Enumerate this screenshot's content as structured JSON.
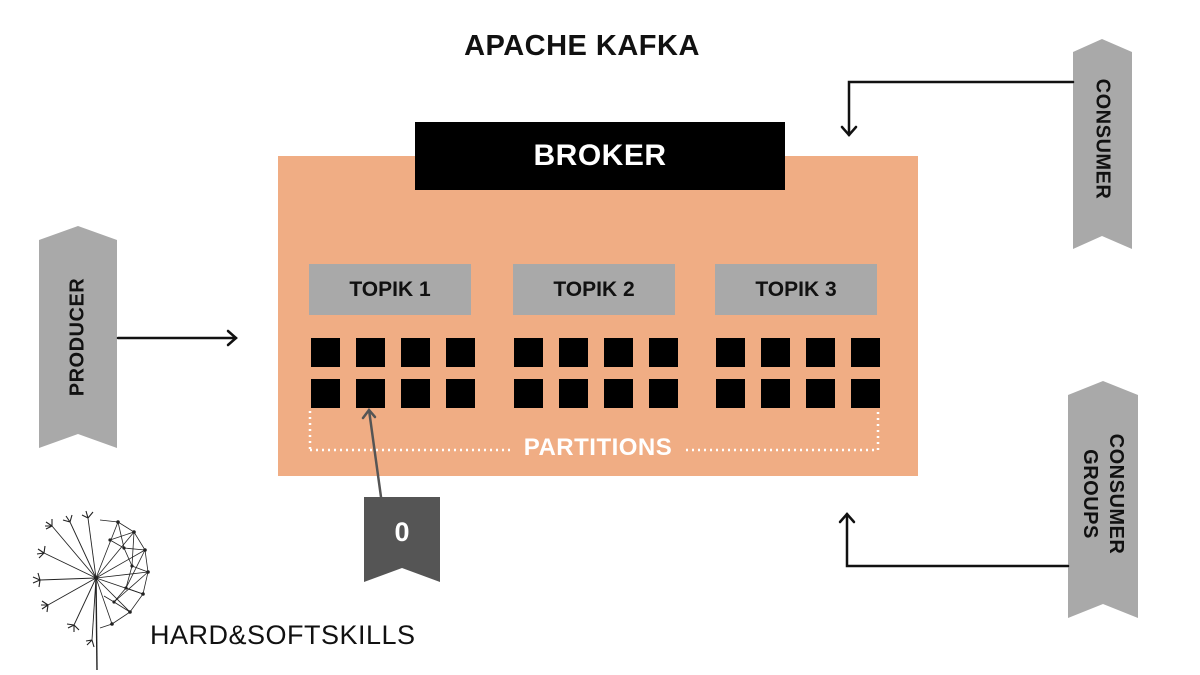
{
  "title": "APACHE KAFKA",
  "broker": {
    "label": "BROKER"
  },
  "topics": [
    {
      "label": "TOPIK 1"
    },
    {
      "label": "TOPIK 2"
    },
    {
      "label": "TOPIK 3"
    }
  ],
  "partitions": {
    "label": "PARTITIONS",
    "grid_per_topic": {
      "rows": 2,
      "cols": 4
    }
  },
  "pointer": {
    "label": "0"
  },
  "producer": {
    "label": "PRODUCER"
  },
  "consumer": {
    "label": "CONSUMER"
  },
  "consumer_groups": {
    "line1": "CONSUMER",
    "line2": "GROUPS"
  },
  "brand": {
    "name": "HARD&SOFTSKILLS"
  },
  "colors": {
    "broker_bg": "#f0ad84",
    "label_gray": "#a9a9a9",
    "marker_dark": "#555555",
    "black": "#000000",
    "white": "#ffffff"
  }
}
